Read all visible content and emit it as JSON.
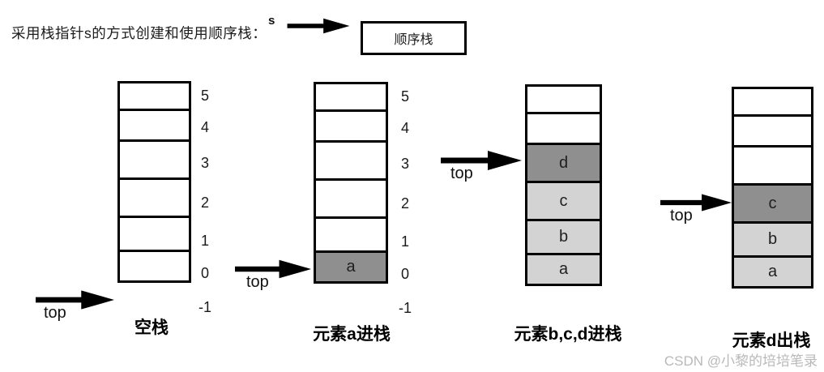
{
  "header": {
    "title": "采用栈指针s的方式创建和使用顺序栈：",
    "pointer_label": "s",
    "box_label": "顺序栈"
  },
  "colors": {
    "empty_cell": "#ffffff",
    "filled_cell": "#d3d3d3",
    "top_cell": "#8f8f8f",
    "border": "#000000",
    "watermark": "#b9b9b9"
  },
  "stacks": [
    {
      "caption": "空栈",
      "pointer_label": "top",
      "index_labels": [
        "5",
        "4",
        "3",
        "2",
        "1",
        "0"
      ],
      "base_label": "-1",
      "cells": [
        {
          "label": "",
          "state": "empty"
        },
        {
          "label": "",
          "state": "empty"
        },
        {
          "label": "",
          "state": "empty"
        },
        {
          "label": "",
          "state": "empty"
        },
        {
          "label": "",
          "state": "empty"
        },
        {
          "label": "",
          "state": "empty"
        }
      ]
    },
    {
      "caption": "元素a进栈",
      "pointer_label": "top",
      "index_labels": [
        "5",
        "4",
        "3",
        "2",
        "1",
        "0"
      ],
      "base_label": "-1",
      "cells": [
        {
          "label": "",
          "state": "empty"
        },
        {
          "label": "",
          "state": "empty"
        },
        {
          "label": "",
          "state": "empty"
        },
        {
          "label": "",
          "state": "empty"
        },
        {
          "label": "",
          "state": "empty"
        },
        {
          "label": "a",
          "state": "top"
        }
      ]
    },
    {
      "caption": "元素b,c,d进栈",
      "pointer_label": "top",
      "index_labels": [],
      "base_label": "",
      "cells": [
        {
          "label": "",
          "state": "empty"
        },
        {
          "label": "",
          "state": "empty"
        },
        {
          "label": "d",
          "state": "top"
        },
        {
          "label": "c",
          "state": "filled"
        },
        {
          "label": "b",
          "state": "filled"
        },
        {
          "label": "a",
          "state": "filled"
        }
      ]
    },
    {
      "caption": "元素d出栈",
      "pointer_label": "top",
      "index_labels": [],
      "base_label": "",
      "cells": [
        {
          "label": "",
          "state": "empty"
        },
        {
          "label": "",
          "state": "empty"
        },
        {
          "label": "",
          "state": "empty"
        },
        {
          "label": "c",
          "state": "top"
        },
        {
          "label": "b",
          "state": "filled"
        },
        {
          "label": "a",
          "state": "filled"
        }
      ]
    }
  ],
  "watermark": "CSDN @小黎的培培笔录"
}
